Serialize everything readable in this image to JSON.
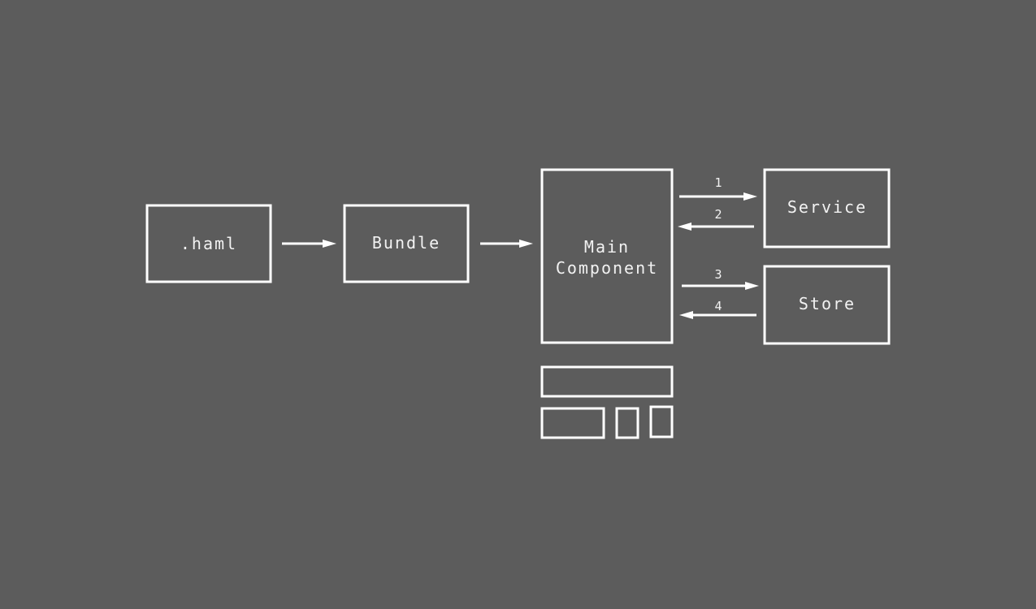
{
  "background_color": "#5c5c5c",
  "stroke_color": "#ffffff",
  "nodes": {
    "haml": {
      "label": ".haml"
    },
    "bundle": {
      "label": "Bundle"
    },
    "main_component": {
      "label_line1": "Main",
      "label_line2": "Component"
    },
    "service": {
      "label": "Service"
    },
    "store": {
      "label": "Store"
    }
  },
  "edges": [
    {
      "from": "haml",
      "to": "bundle",
      "label": ""
    },
    {
      "from": "bundle",
      "to": "main_component",
      "label": ""
    },
    {
      "from": "main_component",
      "to": "service",
      "label": "1"
    },
    {
      "from": "service",
      "to": "main_component",
      "label": "2"
    },
    {
      "from": "main_component",
      "to": "store",
      "label": "3"
    },
    {
      "from": "store",
      "to": "main_component",
      "label": "4"
    }
  ],
  "sub_components": [
    {
      "id": "wide-bar"
    },
    {
      "id": "left-block"
    },
    {
      "id": "small-square-1"
    },
    {
      "id": "small-square-2"
    }
  ]
}
